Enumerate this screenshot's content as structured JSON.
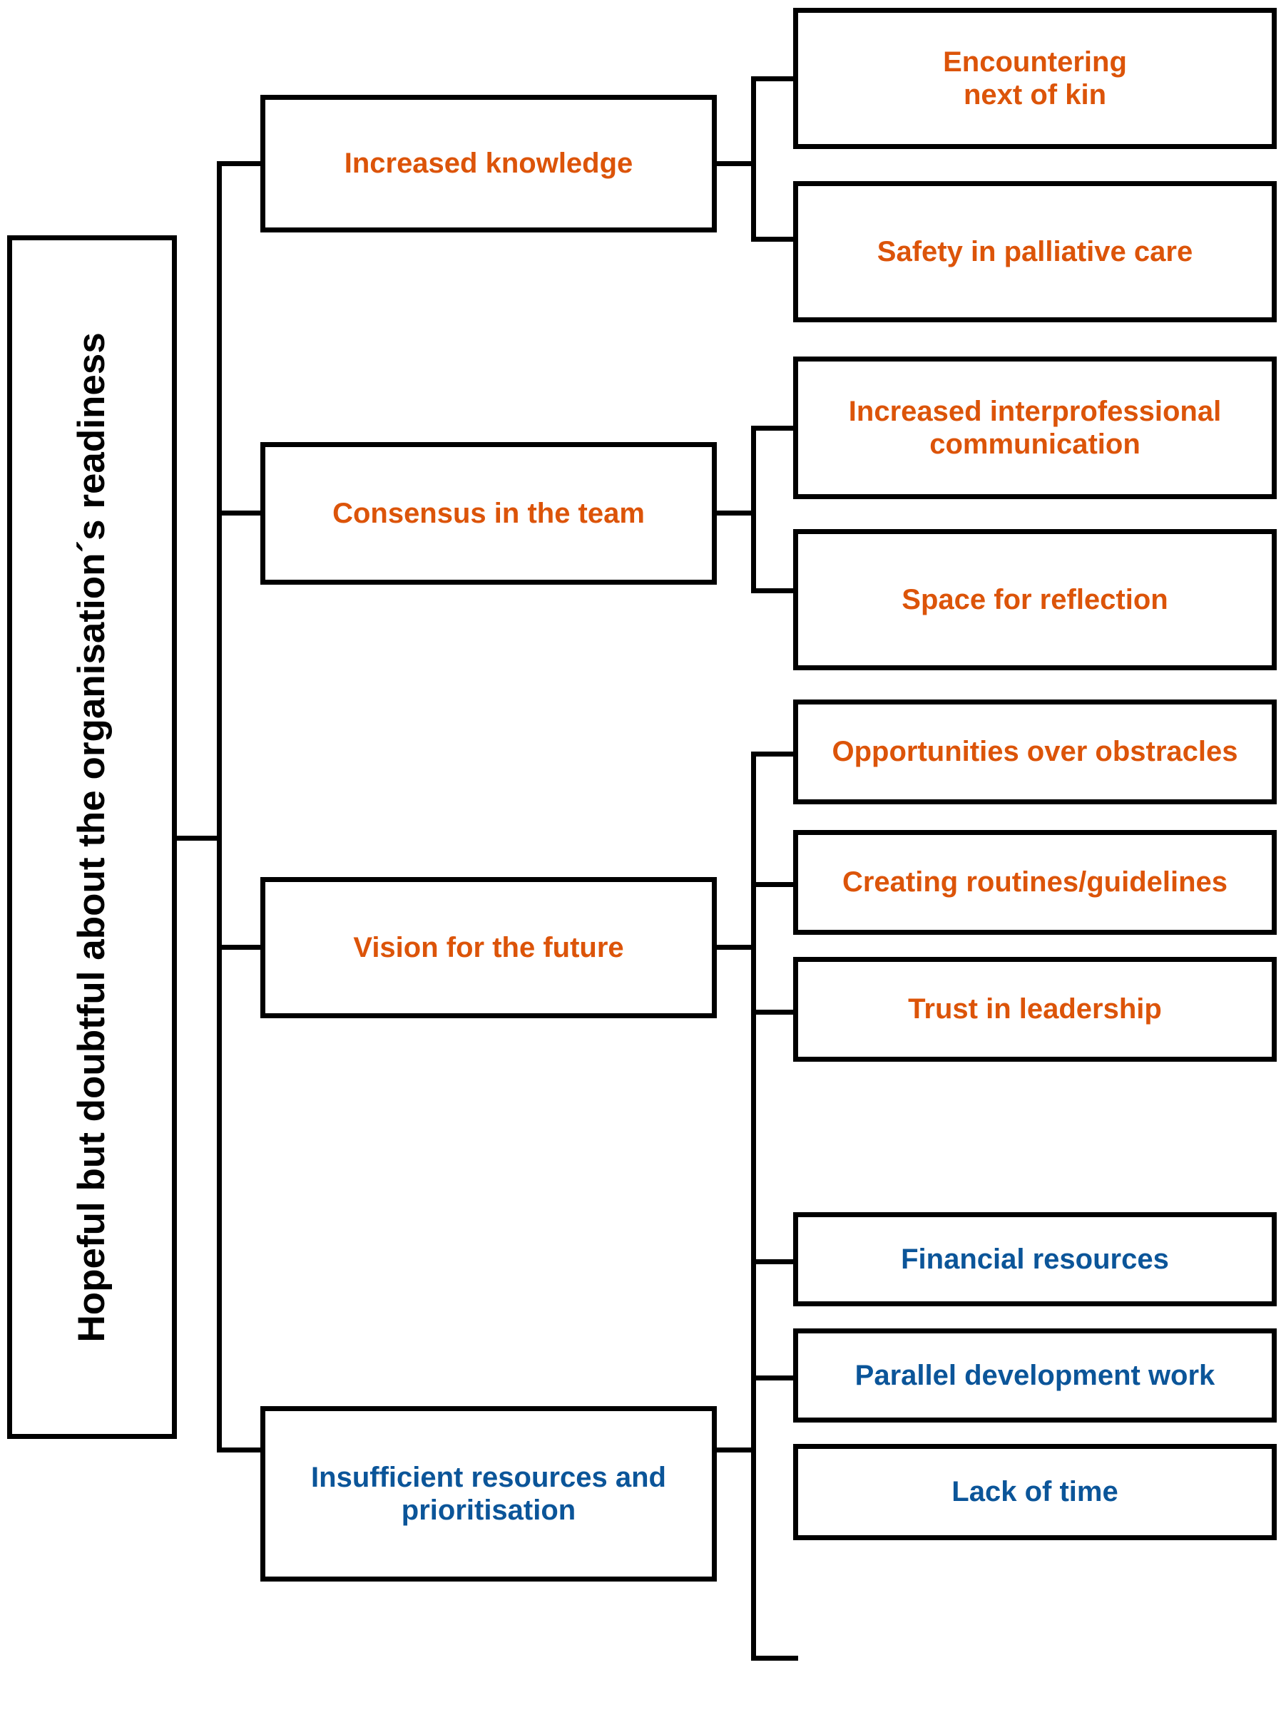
{
  "colors": {
    "facilitator": "#DC5409",
    "barrier": "#0B5599",
    "root": "#000000",
    "border": "#000000",
    "background": "#ffffff"
  },
  "root": {
    "label": "Hopeful but doubtful about the organisation´s readiness",
    "orientation": "vertical"
  },
  "branches": [
    {
      "label": "Increased knowledge",
      "color_role": "facilitator",
      "children": [
        {
          "label": "Encountering\nnext of kin",
          "color_role": "facilitator"
        },
        {
          "label": "Safety in palliative care",
          "color_role": "facilitator"
        }
      ]
    },
    {
      "label": "Consensus in the team",
      "color_role": "facilitator",
      "children": [
        {
          "label": "Increased interprofessional\ncommunication",
          "color_role": "facilitator"
        },
        {
          "label": "Space for reflection",
          "color_role": "facilitator"
        }
      ]
    },
    {
      "label": "Vision for the future",
      "color_role": "facilitator",
      "children": [
        {
          "label": "Opportunities over obstracles",
          "color_role": "facilitator"
        },
        {
          "label": "Creating routines/guidelines",
          "color_role": "facilitator"
        },
        {
          "label": "Trust in leadership",
          "color_role": "facilitator"
        }
      ]
    },
    {
      "label": "Insufficient resources and\nprioritisation",
      "color_role": "barrier",
      "children": [
        {
          "label": "Financial resources",
          "color_role": "barrier"
        },
        {
          "label": "Parallel development work",
          "color_role": "barrier"
        },
        {
          "label": "Lack of time",
          "color_role": "barrier"
        }
      ]
    }
  ]
}
